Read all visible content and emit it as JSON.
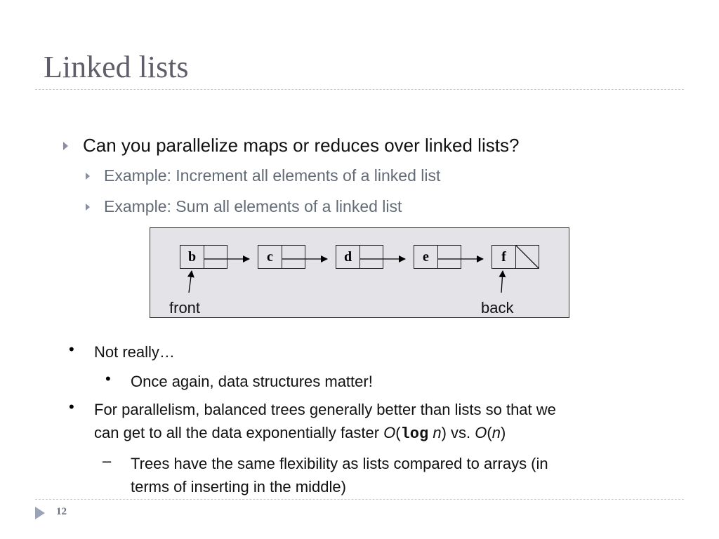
{
  "slide": {
    "title": "Linked lists",
    "page_number": "12"
  },
  "bullets": {
    "main": "Can you parallelize maps or reduces over linked lists?",
    "sub": [
      "Example: Increment all elements of a linked list",
      "Example: Sum all elements of a linked list"
    ]
  },
  "diagram": {
    "nodes": [
      "b",
      "c",
      "d",
      "e",
      "f"
    ],
    "front_label": "front",
    "back_label": "back"
  },
  "lower": {
    "bullet_char": "•",
    "dash_char": "–",
    "not_really": "Not really…",
    "once_again": "Once again, data structures matter!",
    "parallelism_line1": "For parallelism, balanced trees generally better than lists so that we",
    "parallelism_line2_pre": "can get to all the data exponentially faster ",
    "big_o_1": "O",
    "log_text": "log",
    "n_text": "n",
    "vs_text": ") vs. ",
    "big_o_2": "O",
    "trees_line1": "Trees have the same flexibility as lists compared to arrays (in",
    "trees_line2": "terms of inserting in the middle)"
  }
}
